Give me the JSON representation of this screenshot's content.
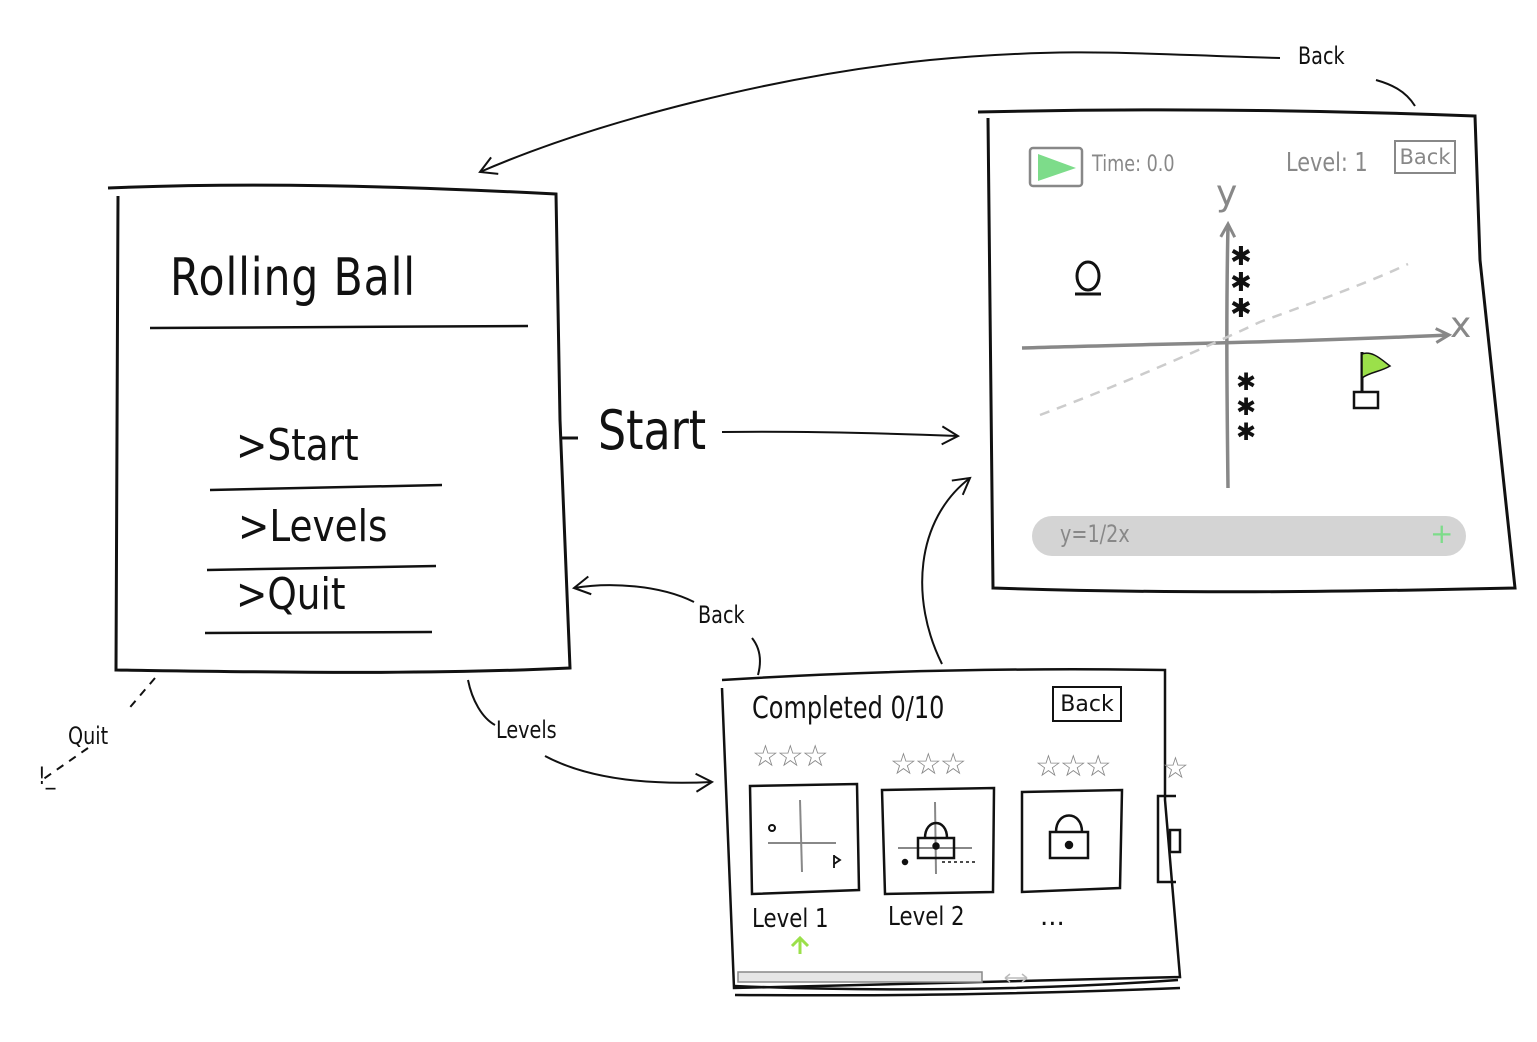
{
  "menu": {
    "title": "Rolling Ball",
    "items": [
      {
        "label": ">Start"
      },
      {
        "label": ">Levels"
      },
      {
        "label": ">Quit"
      }
    ]
  },
  "edges": {
    "start": "Start",
    "back_top": "Back",
    "back_levels": "Back",
    "levels": "Levels",
    "quit": "Quit",
    "quit_end": "!_"
  },
  "game": {
    "time_label": "Time: 0.0",
    "level_label": "Level: 1",
    "back_label": "Back",
    "axis_y": "y",
    "axis_x": "x",
    "equation": "y=1/2x",
    "add_symbol": "+",
    "play_color": "#7ddc8a",
    "flag_color": "#9be04a"
  },
  "levels_screen": {
    "completed": "Completed 0/10",
    "back_label": "Back",
    "levels": [
      {
        "label": "Level 1",
        "stars": "☆☆☆",
        "locked": false
      },
      {
        "label": "Level 2",
        "stars": "☆☆☆",
        "locked": true
      },
      {
        "label": "...",
        "stars": "☆☆☆",
        "locked": true
      }
    ],
    "cursor_color": "#9be04a"
  }
}
